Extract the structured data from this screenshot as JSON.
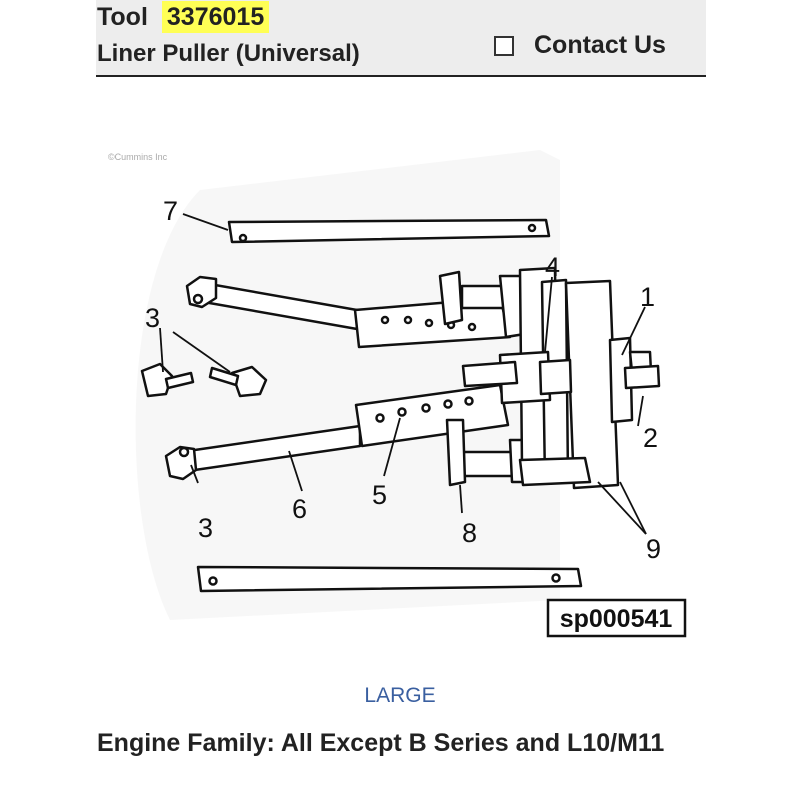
{
  "header": {
    "tool_label": "Tool",
    "tool_number": "3376015",
    "tool_name": "Liner Puller (Universal)",
    "contact_label": "Contact Us",
    "highlight_color": "#ffff55"
  },
  "figure": {
    "copyright": "©Cummins Inc",
    "part_code": "sp000541",
    "callouts": [
      "1",
      "2",
      "3",
      "3",
      "4",
      "5",
      "6",
      "7",
      "8",
      "9"
    ]
  },
  "large_link": "LARGE",
  "engine_family": "Engine Family: All Except B Series and L10/M11"
}
